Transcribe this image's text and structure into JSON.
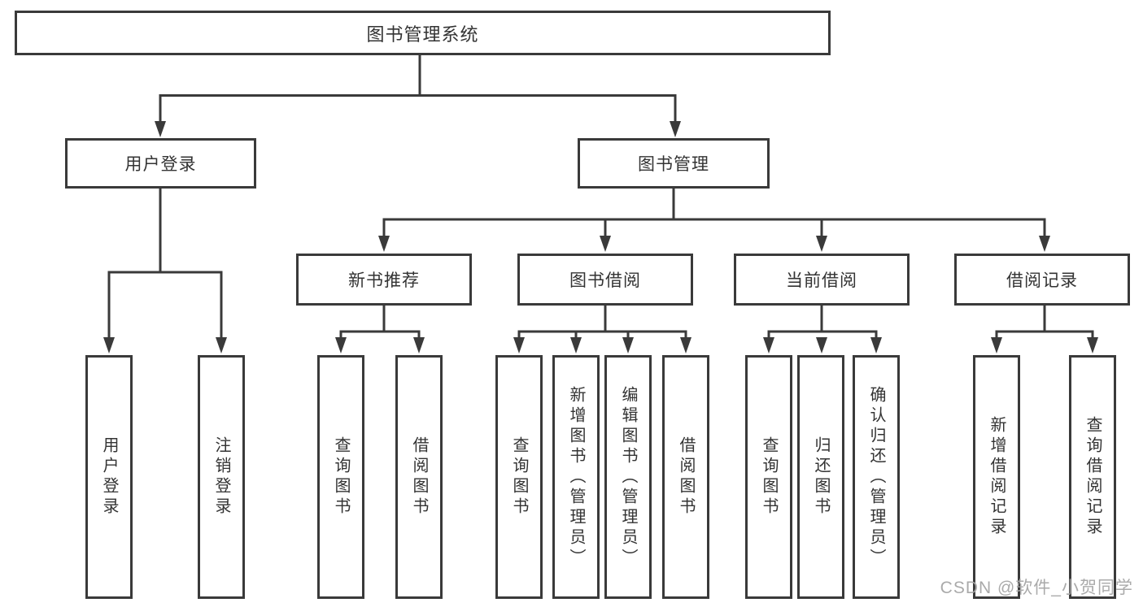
{
  "colors": {
    "line": "#3a3a3a",
    "text": "#333333",
    "background": "#ffffff",
    "watermark": "#a5a5a5"
  },
  "tree": {
    "root": "图书管理系统",
    "branches": [
      {
        "label": "用户登录",
        "children": [
          "用户登录",
          "注销登录"
        ]
      },
      {
        "label": "图书管理",
        "children": [
          {
            "label": "新书推荐",
            "children": [
              "查询图书",
              "借阅图书"
            ]
          },
          {
            "label": "图书借阅",
            "children": [
              "查询图书",
              "新增图书（管理员）",
              "编辑图书（管理员）",
              "借阅图书"
            ]
          },
          {
            "label": "当前借阅",
            "children": [
              "查询图书",
              "归还图书",
              "确认归还（管理员）"
            ]
          },
          {
            "label": "借阅记录",
            "children": [
              "新增借阅记录",
              "查询借阅记录"
            ]
          }
        ]
      }
    ]
  },
  "watermark": "CSDN @软件_小贺同学"
}
